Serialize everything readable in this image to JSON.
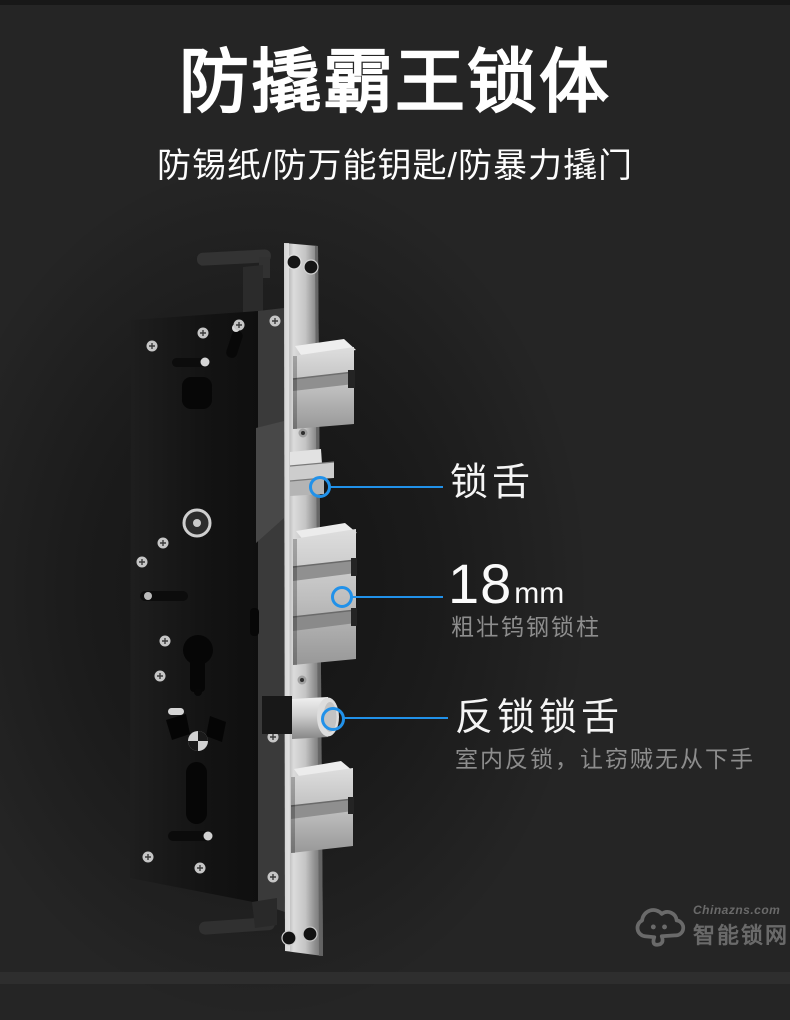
{
  "colors": {
    "background": "#252525",
    "accent_blue": "#2191e9",
    "title_text": "#ffffff",
    "secondary_text": "#8d8d8d",
    "watermark_gray": "#6a6a6a"
  },
  "header": {
    "title": "防撬霸王锁体",
    "subtitle": "防锡纸/防万能钥匙/防暴力撬门"
  },
  "callouts": [
    {
      "label": "锁舌"
    },
    {
      "value": "18",
      "unit": "mm",
      "sublabel": "粗壮钨钢锁柱"
    },
    {
      "label": "反锁锁舌",
      "sublabel": "室内反锁，让窃贼无从下手"
    }
  ],
  "watermark": {
    "site": "Chinazns.com",
    "name": "智能锁网"
  }
}
